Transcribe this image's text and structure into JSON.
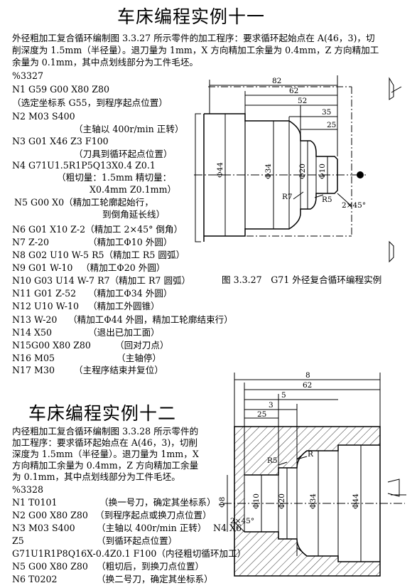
{
  "ex11": {
    "title": "车床编程实例十一",
    "intro_1": "外径粗加工复合循环编制图 3.3.27 所示零件的加工程序：要求循环起始点在 A(46，3)，切",
    "intro_2": "削深度为 1.5mm（半径量）。退刀量为 1mm，X 方向精加工余量为 0.4mm，Z 方向精加工",
    "intro_3": "余量为 0.1mm，其中点划线部分为工件毛坯。",
    "program_no": "%3327",
    "lines": [
      "N1 G59 G00 X80 Z80",
      "（选定坐标系 G55，到程序起点位置）",
      "N2 M03 S400",
      "（主轴以 400r/min 正转）",
      "N3 G01 X46 Z3 F100",
      "（刀具到循环起点位置）",
      "N4 G71U1.5R1P5Q13X0.4 Z0.1",
      "（粗切量：1.5mm 精切量：",
      "X0.4mm Z0.1mm）",
      "N5 G00 X0",
      "（精加工轮廓起始行，",
      "到倒角延长线）",
      "N6 G01 X10 Z-2（精加工 2×45° 倒角）",
      "N7 Z-20",
      "（精加工Φ10 外圆）",
      "N8 G02 U10 W-5 R5（精加工 R5 圆弧）",
      "N9 G01 W-10",
      "（精加工Φ20 外圆）",
      "N10 G03 U14 W-7 R7（精加工 R7 圆弧）",
      "N11 G01 Z-52",
      "（精加工Φ34 外圆）",
      "N12 U10 W-10",
      "（精加工外圆锥）",
      "N13 W-20",
      "（精加工Φ44 外圆，精加工轮廓结束行）",
      "N14 X50",
      "（退出已加工面）",
      "N15G00 X80 Z80",
      "（回对刀点）",
      "N16 M05",
      "（主轴停）",
      "N17 M30",
      "（主程序结束并复位）"
    ],
    "caption": "图 3.3.27　G71 外径复合循环编程实例",
    "drawing": {
      "dims": [
        "82",
        "62",
        "52",
        "35",
        "25"
      ],
      "dia": [
        "Φ44",
        "Φ34",
        "Φ20",
        "Φ10"
      ],
      "radii": [
        "R7",
        "R5"
      ],
      "chamfer": "2×45°"
    }
  },
  "ex12": {
    "title": "车床编程实例十二",
    "intro_1": "内径粗加工复合循环编制图 3.3.28 所示零件的",
    "intro_2": "加工程序：要求循环起始点在 A(46，3)，切削",
    "intro_3": "深度为 1.5mm（半径量）。退刀量为 1mm，X",
    "intro_4": "方向精加工余量为 0.4mm，Z 方向精加工余量",
    "intro_5": "为 0.1mm，其中点划线部分为工件毛坯。",
    "program_no": "%3328",
    "lines": [
      "N1 T0101",
      "（换一号刀，确定其坐标系）",
      "N2 G00 X80 Z80",
      "（到程序起点或换刀点位置）",
      "N3 M03 S400",
      "（主轴以 400r/min 正转）",
      "N4 X6",
      "Z5",
      "（到循环起点位置）",
      "G71U1R1P8Q16X-0.4Z0.1 F100（内径粗切循环加工）",
      "N5 G00 X80 Z80",
      "（粗切后，到换刀点位置）",
      "N6 T0202",
      "（换二号刀，确定其坐标系）"
    ],
    "drawing": {
      "dims": [
        "8",
        "62",
        "5",
        "3",
        "25"
      ],
      "dia": [
        "Φ8",
        "Φ10",
        "Φ20",
        "Φ34",
        "Φ44"
      ],
      "radii": [
        "R5",
        "R"
      ],
      "chamfer": "2×45°"
    }
  }
}
